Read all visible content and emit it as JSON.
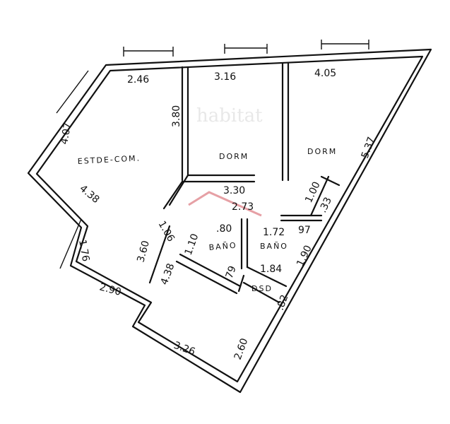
{
  "plan": {
    "rooms": {
      "living": "ESTDE-COM.",
      "bedroom1": "DORM",
      "bedroom2": "DORM",
      "bath1": "BAÑO",
      "bath2": "BAÑO",
      "closet": "DSD"
    },
    "dimensions": {
      "top_living": "2.46",
      "top_bed1": "3.16",
      "top_bed2": "4.05",
      "left_upper": "4.07",
      "living_depth": "3.80",
      "right_side": "5.37",
      "left_lower": "4.38",
      "hall_top": "3.30",
      "hall_mid": "2.73",
      "small_h": "1.00",
      "small_r": ".33",
      "bath1_w": ".80",
      "bath1_h": "1.10",
      "bath2_w": "1.72",
      "bath2_d": "97",
      "hall_left": "1.06",
      "hall_diag": "4.38",
      "notch_v": "1.76",
      "notch_d": "3.60",
      "bath2_r": "1.90",
      "closet_top": "1.84",
      "closet_l": "79",
      "closet_r": ".82",
      "bottom_left": "2.90",
      "bottom": "3.26",
      "bottom_right": "2.60"
    },
    "watermark": "habitat",
    "watermark_color": "#e6a0a5"
  }
}
